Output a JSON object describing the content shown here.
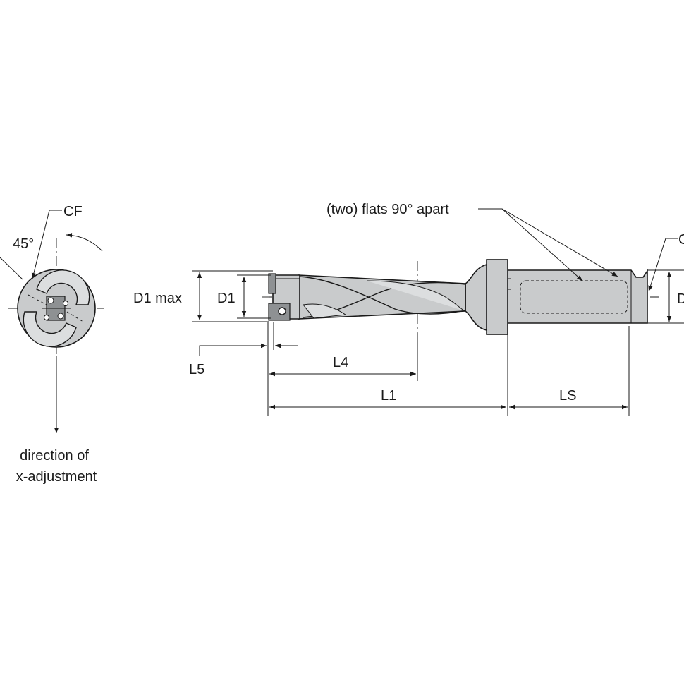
{
  "labels": {
    "cf": "CF",
    "angle": "45°",
    "direction_line1": "direction of",
    "direction_line2": "x-adjustment",
    "flats": "(two) flats 90° apart",
    "d1max": "D1 max",
    "d1": "D1",
    "l5": "L5",
    "l4": "L4",
    "l1": "L1",
    "ls": "LS",
    "cutoff_right_top": "C",
    "cutoff_right_mid": "D"
  },
  "colors": {
    "body": "#c9cbcc",
    "light": "#dcdedf",
    "dark": "#8e9193",
    "line": "#1a1a1a"
  }
}
